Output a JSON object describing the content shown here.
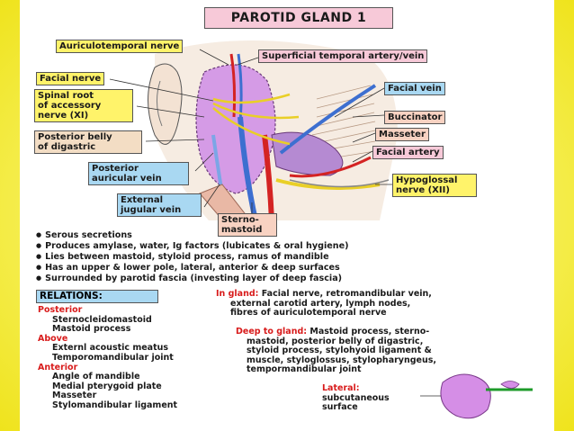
{
  "title": "PAROTID GLAND 1",
  "labels": {
    "auriculotemporal": "Auriculotemporal nerve",
    "sup_temporal": "Superficial temporal artery/vein",
    "facial_nerve": "Facial nerve",
    "spinal_root": [
      "Spinal root",
      "of accessory",
      "nerve (XI)"
    ],
    "post_belly": [
      "Posterior belly",
      "of digastric"
    ],
    "post_auricular": [
      "Posterior",
      "auricular vein"
    ],
    "ext_jugular": [
      "External",
      "jugular vein"
    ],
    "sterno": [
      "Sterno-",
      "mastoid"
    ],
    "facial_vein": "Facial vein",
    "buccinator": "Buccinator",
    "masseter": "Masseter",
    "facial_artery": "Facial artery",
    "hypoglossal": [
      "Hypoglossal",
      "nerve (XII)"
    ]
  },
  "bullets": [
    "Serous secretions",
    "Produces amylase, water, Ig factors (lubicates & oral hygiene)",
    "Lies between mastoid, styloid process, ramus of mandible",
    "Has an upper & lower pole, lateral, anterior & deep surfaces",
    "Surrounded by parotid fascia (investing layer of deep fascia)"
  ],
  "relations": {
    "header": "RELATIONS:",
    "posterior_h": "Posterior",
    "posterior": [
      "Sternocleidomastoid",
      "Mastoid process"
    ],
    "above_h": "Above",
    "above": [
      "Externl acoustic meatus",
      "Temporomandibular joint"
    ],
    "anterior_h": "Anterior",
    "anterior": [
      "Angle of mandible",
      "Medial pterygoid plate",
      "Masseter",
      "Stylomandibular ligament"
    ]
  },
  "in_gland": {
    "heading": "In gland:",
    "lines": [
      " Facial nerve, retromandibular vein,",
      "external carotid artery, lymph nodes,",
      "fibres of auriculotemporal nerve"
    ]
  },
  "deep": {
    "heading": "Deep to gland:",
    "lines": [
      " Mastoid process, sterno-",
      "mastoid, posterior belly of digastric,",
      "styloid process, stylohyoid ligament &",
      "muscle, styloglossus, stylopharyngeus,",
      "tempormandibular joint"
    ]
  },
  "lateral": {
    "heading": "Lateral:",
    "lines": [
      "subcutaneous",
      "surface"
    ]
  },
  "colors": {
    "frame": "#f4ee2a",
    "label_yellow": "#fff36a",
    "label_pink": "#f7c9d8",
    "label_blue": "#a9d8f2",
    "red_text": "#d81b1b",
    "gland": "#d59be6"
  }
}
